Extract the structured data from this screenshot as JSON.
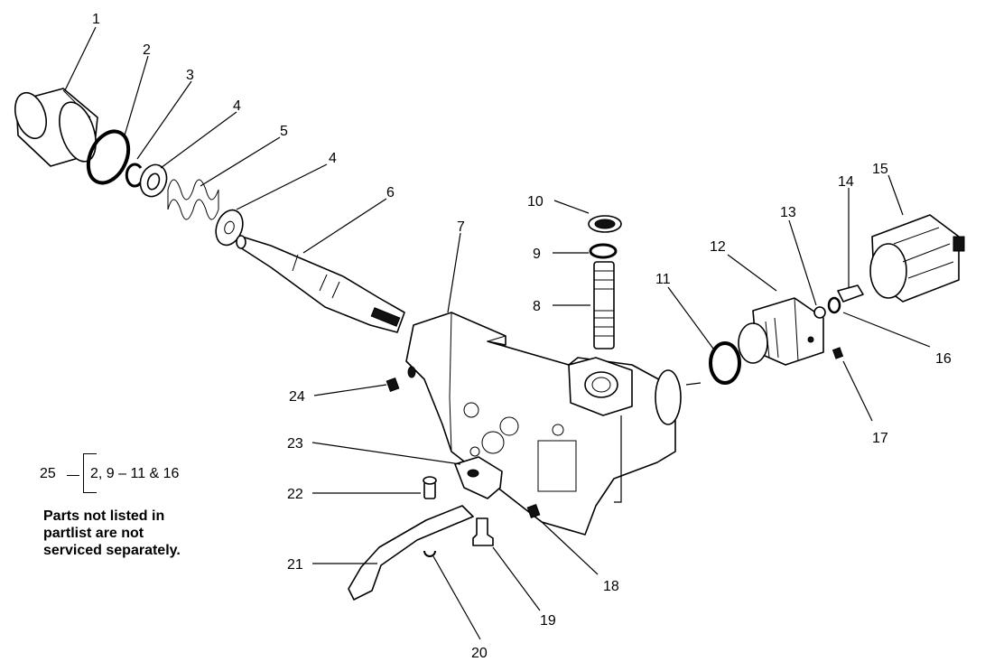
{
  "callouts": {
    "c1": "1",
    "c2": "2",
    "c3": "3",
    "c4a": "4",
    "c5": "5",
    "c4b": "4",
    "c6": "6",
    "c7": "7",
    "c8": "8",
    "c9": "9",
    "c10": "10",
    "c11": "11",
    "c12": "12",
    "c13": "13",
    "c14": "14",
    "c15": "15",
    "c16": "16",
    "c17": "17",
    "c18": "18",
    "c19": "19",
    "c20": "20",
    "c21": "21",
    "c22": "22",
    "c23": "23",
    "c24": "24"
  },
  "kit_legend": {
    "number": "25",
    "contents": "2, 9 – 11 & 16"
  },
  "note": {
    "line1": "Parts not listed in",
    "line2": "partlist are not",
    "line3": "serviced separately."
  }
}
